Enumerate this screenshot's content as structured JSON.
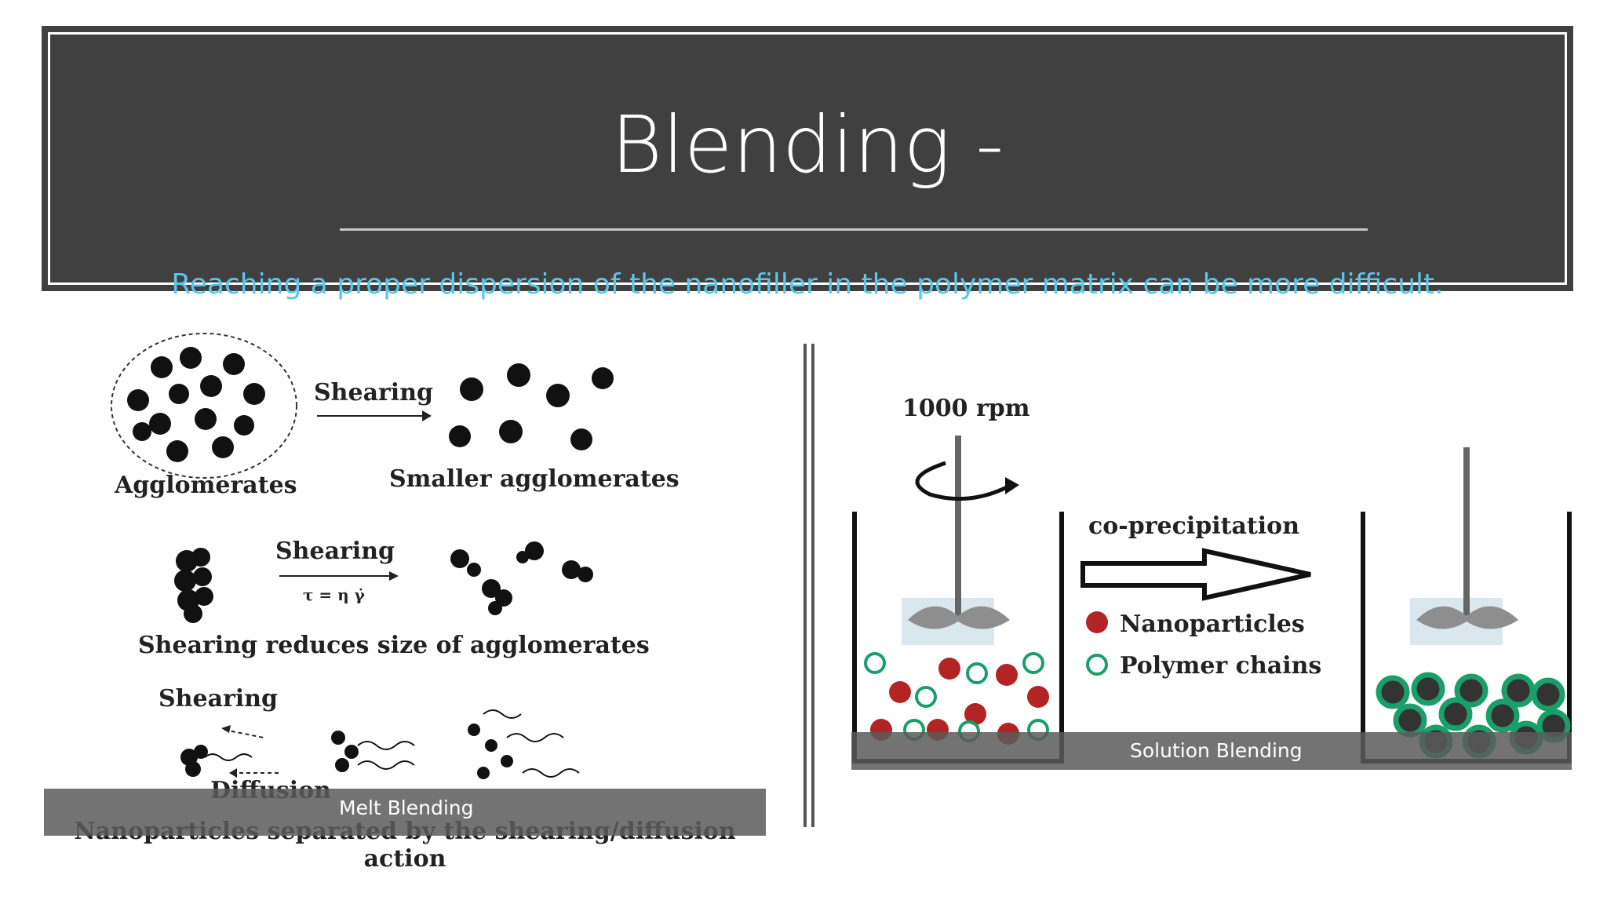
{
  "slide": {
    "title": "Blending -",
    "subtitle": "Reaching a proper dispersion of the nanofiller in the polymer matrix can be more difficult."
  },
  "melt": {
    "caption": "Melt Blending",
    "labels": {
      "shearing1": "Shearing",
      "agglomerates": "Agglomerates",
      "smaller": "Smaller agglomerates",
      "shearing2": "Shearing",
      "formula": "τ = η γ̇",
      "reduces": "Shearing reduces size of agglomerates",
      "shearing3": "Shearing",
      "diffusion": "Diffusion",
      "separated": "Nanoparticles separated by the shearing/diffusion action"
    }
  },
  "solution": {
    "caption": "Solution Blending",
    "labels": {
      "rpm": "1000 rpm",
      "coprecipitation": "co-precipitation",
      "nanoparticles": "Nanoparticles",
      "polymer": "Polymer chains"
    }
  },
  "colors": {
    "header_bg": "#404040",
    "subtitle": "#5bc6e8",
    "nanoparticle": "#b32424",
    "polymer": "#1a9e6a"
  }
}
